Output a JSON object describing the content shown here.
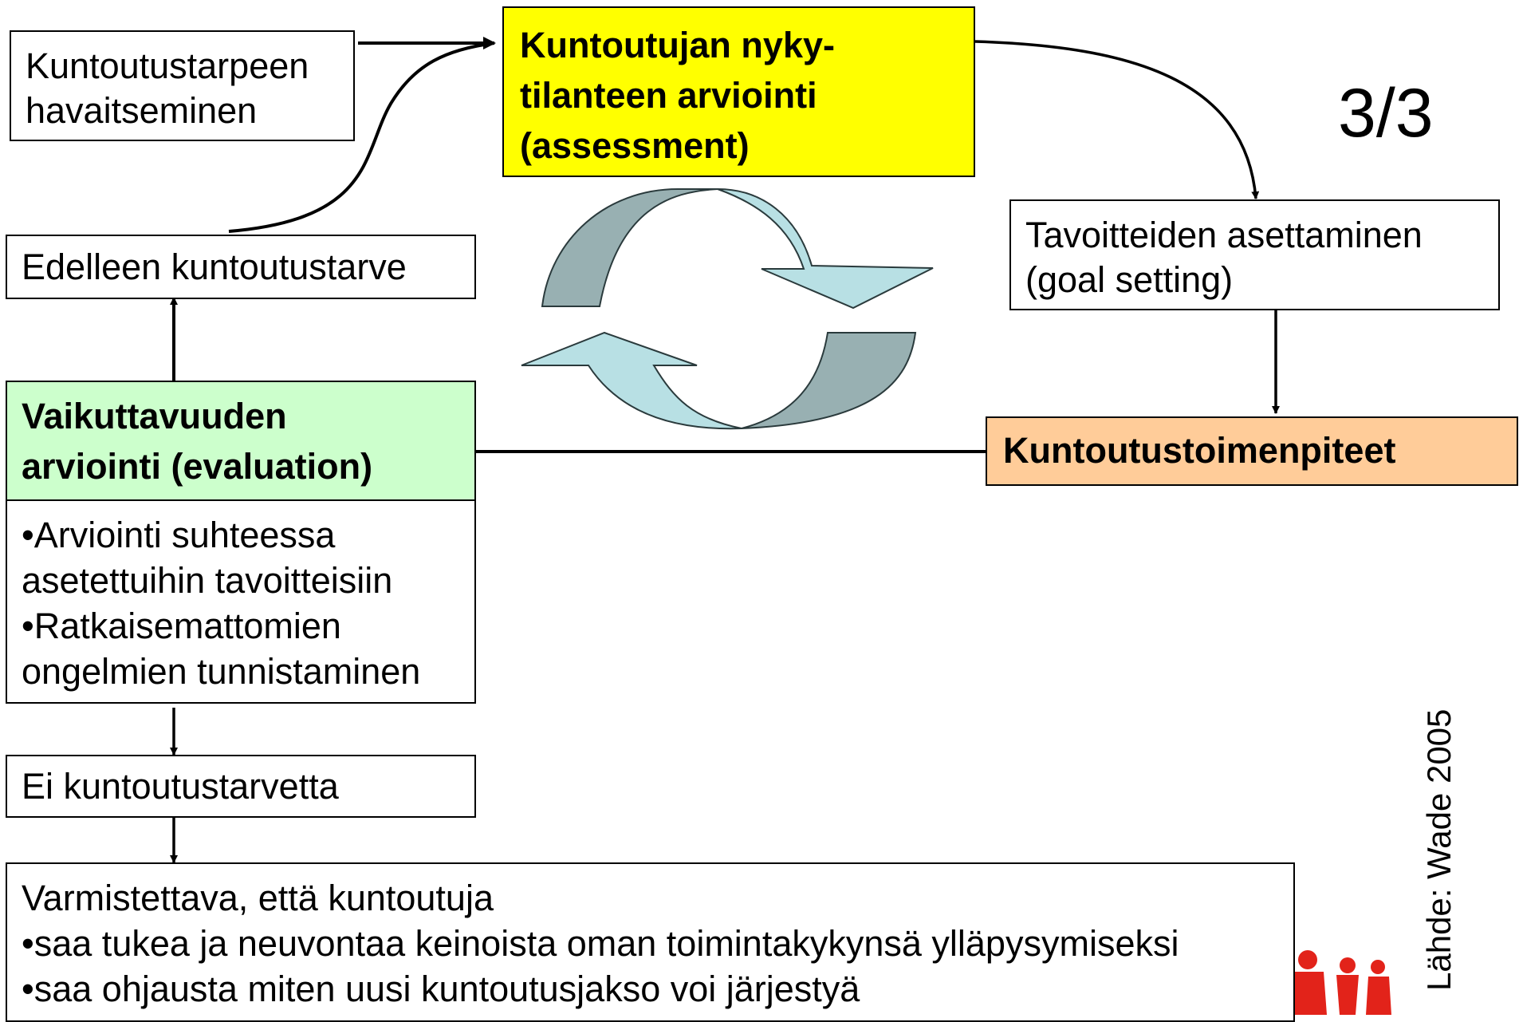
{
  "slide_number": "3/3",
  "source": "Lähde: Wade 2005",
  "colors": {
    "assessment_fill": "#ffff00",
    "evaluation_fill": "#ccffcc",
    "interventions_fill": "#ffcc99",
    "cycle_dark": "#98b0b2",
    "cycle_light": "#b8e0e4"
  },
  "boxes": {
    "need_detection": [
      "Kuntoutustarpeen",
      "havaitseminen"
    ],
    "assessment": [
      "Kuntoutujan nyky-",
      "tilanteen arviointi",
      "(assessment)"
    ],
    "goal_setting": [
      "Tavoitteiden asettaminen",
      "(goal setting)"
    ],
    "continued_need": [
      "Edelleen kuntoutustarve"
    ],
    "interventions": [
      "Kuntoutustoimenpiteet"
    ],
    "evaluation": [
      "Vaikuttavuuden",
      "arviointi (evaluation)"
    ],
    "evaluation_details": [
      "•Arviointi suhteessa",
      "asetettuihin tavoitteisiin",
      "•Ratkaisemattomien",
      "ongelmien tunnistaminen"
    ],
    "no_need": [
      "Ei kuntoutustarvetta"
    ],
    "followup": [
      "Varmistettava, että kuntoutuja",
      "•saa tukea ja neuvontaa keinoista oman toimintakykynsä ylläpysymiseksi",
      "•saa ohjausta miten uusi kuntoutusjakso voi järjestyä"
    ]
  },
  "icons": [
    "cycle-arrows-icon",
    "people-silhouettes-logo"
  ]
}
